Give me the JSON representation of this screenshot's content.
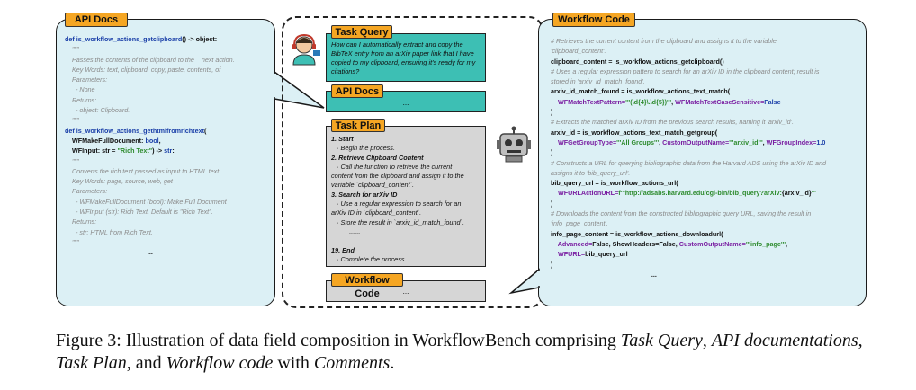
{
  "api_docs_panel": {
    "title": "API Docs",
    "lines": [
      [
        {
          "t": "def ",
          "c": "kw"
        },
        {
          "t": "is_workflow_actions_getclipboard",
          "c": "kw"
        },
        {
          "t": "() -> object:",
          "c": "nm"
        }
      ],
      [
        {
          "t": "    \"\"\"",
          "c": "cm"
        }
      ],
      [
        {
          "t": "    Passes the contents of the clipboard to the    next action.",
          "c": "cm"
        }
      ],
      [
        {
          "t": "    Key Words: text, clipboard, copy, paste, contents, of",
          "c": "cm"
        }
      ],
      [
        {
          "t": "    Parameters:",
          "c": "cm"
        }
      ],
      [
        {
          "t": "      - None",
          "c": "cm"
        }
      ],
      [
        {
          "t": "    Returns:",
          "c": "cm"
        }
      ],
      [
        {
          "t": "      - object: Clipboard.",
          "c": "cm"
        }
      ],
      [
        {
          "t": "    \"\"\"",
          "c": "cm"
        }
      ],
      [
        {
          "t": "def ",
          "c": "kw"
        },
        {
          "t": "is_workflow_actions_gethtmlfromrichtext",
          "c": "kw"
        },
        {
          "t": "(",
          "c": "nm"
        }
      ],
      [
        {
          "t": "    WFMakeFullDocument: ",
          "c": "nm"
        },
        {
          "t": "bool",
          "c": "kw"
        },
        {
          "t": ",",
          "c": "nm"
        }
      ],
      [
        {
          "t": "    WFInput: str = ",
          "c": "nm"
        },
        {
          "t": "\"Rich Text\"",
          "c": "str"
        },
        {
          "t": ") -> ",
          "c": "nm"
        },
        {
          "t": "str",
          "c": "kw"
        },
        {
          "t": ":",
          "c": "nm"
        }
      ],
      [
        {
          "t": "    \"\"\"",
          "c": "cm"
        }
      ],
      [
        {
          "t": "    Converts the rich text passed as input to HTML text.",
          "c": "cm"
        }
      ],
      [
        {
          "t": "    Key Words: page, source, web, get",
          "c": "cm"
        }
      ],
      [
        {
          "t": "    Parameters:",
          "c": "cm"
        }
      ],
      [
        {
          "t": "      - WFMakeFullDocument (bool): Make Full Document",
          "c": "cm"
        }
      ],
      [
        {
          "t": "      - WFInput (str): Rich Text, Default is \"Rich Text\".",
          "c": "cm"
        }
      ],
      [
        {
          "t": "    Returns:",
          "c": "cm"
        }
      ],
      [
        {
          "t": "      - str: HTML from Rich Text.",
          "c": "cm"
        }
      ],
      [
        {
          "t": "    \"\"\"",
          "c": "cm"
        }
      ],
      [
        {
          "t": "                                              ...",
          "c": "nm"
        }
      ]
    ]
  },
  "task_query": {
    "title": "Task Query",
    "text": "How can I automatically extract and copy the BibTeX entry from an arXiv paper link that I have copied to my clipboard, ensuring it's ready for my citations?"
  },
  "api_docs_small": {
    "title": "API Docs",
    "text": "..."
  },
  "task_plan": {
    "title": "Task Plan",
    "lines": [
      [
        {
          "t": "1. Start",
          "c": "b"
        }
      ],
      [
        {
          "t": "   · Begin the process.",
          "c": "i"
        }
      ],
      [
        {
          "t": "2. Retrieve Clipboard Content",
          "c": "b"
        }
      ],
      [
        {
          "t": "   · Call the function to retrieve the current",
          "c": "i"
        }
      ],
      [
        {
          "t": "content from the clipboard and assign it to the",
          "c": "i"
        }
      ],
      [
        {
          "t": "variable `clipboard_content`.",
          "c": "i"
        }
      ],
      [
        {
          "t": "3. Search for arXiv ID",
          "c": "b"
        }
      ],
      [
        {
          "t": "   · Use a regular expression to search for an",
          "c": "i"
        }
      ],
      [
        {
          "t": "arXiv ID in `clipboard_content`.",
          "c": "i"
        }
      ],
      [
        {
          "t": "   · Store the result in `arxiv_id_match_found`.",
          "c": "i"
        }
      ],
      [
        {
          "t": "          ......",
          "c": "i"
        }
      ],
      [
        {
          "t": "",
          "c": "i"
        }
      ],
      [
        {
          "t": "19. End",
          "c": "b"
        }
      ],
      [
        {
          "t": "   · Complete the process.",
          "c": "i"
        }
      ]
    ]
  },
  "workflow_small": {
    "title": "Workflow Code",
    "text": "..."
  },
  "workflow_code_panel": {
    "title": "Workflow Code",
    "lines": [
      [
        {
          "t": "# Retrieves the current content from the clipboard and assigns it to the variable",
          "c": "cm"
        }
      ],
      [
        {
          "t": "'clipboard_content'.",
          "c": "cm"
        }
      ],
      [
        {
          "t": "clipboard_content = is_workflow_actions_getclipboard()",
          "c": "nm"
        }
      ],
      [
        {
          "t": "# Uses a regular expression pattern to search for an arXiv ID in the clipboard content; result is",
          "c": "cm"
        }
      ],
      [
        {
          "t": "stored in 'arxiv_id_match_found'.",
          "c": "cm"
        }
      ],
      [
        {
          "t": "arxiv_id_match_found = is_workflow_actions_text_match(",
          "c": "nm"
        }
      ],
      [
        {
          "t": "    WFMatchTextPattern=",
          "c": "prm"
        },
        {
          "t": "'''(\\d{4}\\.\\d{5})'''",
          "c": "str"
        },
        {
          "t": ", ",
          "c": "nm"
        },
        {
          "t": "WFMatchTextCaseSensitive=",
          "c": "prm"
        },
        {
          "t": "False",
          "c": "num"
        }
      ],
      [
        {
          "t": ")",
          "c": "nm"
        }
      ],
      [
        {
          "t": "# Extracts the matched arXiv ID from the previous search results, naming it 'arxiv_id'.",
          "c": "cm"
        }
      ],
      [
        {
          "t": "arxiv_id = is_workflow_actions_text_match_getgroup(",
          "c": "nm"
        }
      ],
      [
        {
          "t": "    WFGetGroupType=",
          "c": "prm"
        },
        {
          "t": "'''All Groups'''",
          "c": "str"
        },
        {
          "t": ", ",
          "c": "nm"
        },
        {
          "t": "CustomOutputName=",
          "c": "prm"
        },
        {
          "t": "'''arxiv_id'''",
          "c": "str"
        },
        {
          "t": ", ",
          "c": "nm"
        },
        {
          "t": "WFGroupIndex=",
          "c": "prm"
        },
        {
          "t": "1.0",
          "c": "num"
        }
      ],
      [
        {
          "t": ")",
          "c": "nm"
        }
      ],
      [
        {
          "t": "# Constructs a URL for querying bibliographic data from the Harvard ADS using the arXiv ID and",
          "c": "cm"
        }
      ],
      [
        {
          "t": "assigns it to 'bib_query_url'.",
          "c": "cm"
        }
      ],
      [
        {
          "t": "bib_query_url = is_workflow_actions_url(",
          "c": "nm"
        }
      ],
      [
        {
          "t": "    WFURLActionURL=",
          "c": "prm"
        },
        {
          "t": "f'''http://adsabs.harvard.edu/cgi-bin/bib_query?arXiv:",
          "c": "str"
        },
        {
          "t": "{arxiv_id}",
          "c": "nm"
        },
        {
          "t": "'''",
          "c": "str"
        }
      ],
      [
        {
          "t": ")",
          "c": "nm"
        }
      ],
      [
        {
          "t": "# Downloads the content from the constructed bibliographic query URL, saving the result in",
          "c": "cm"
        }
      ],
      [
        {
          "t": "'info_page_content'.",
          "c": "cm"
        }
      ],
      [
        {
          "t": "info_page_content = is_workflow_actions_downloadurl(",
          "c": "nm"
        }
      ],
      [
        {
          "t": "    Advanced=",
          "c": "prm"
        },
        {
          "t": "False, ShowHeaders=False, ",
          "c": "nm"
        },
        {
          "t": "CustomOutputName=",
          "c": "prm"
        },
        {
          "t": "'''info_page'''",
          "c": "str"
        },
        {
          "t": ",",
          "c": "nm"
        }
      ],
      [
        {
          "t": "    WFURL=",
          "c": "prm"
        },
        {
          "t": "bib_query_url",
          "c": "nm"
        }
      ],
      [
        {
          "t": ")",
          "c": "nm"
        }
      ],
      [
        {
          "t": "                                                        ...",
          "c": "nm"
        }
      ]
    ]
  },
  "caption": {
    "segments": [
      {
        "t": "Figure 3:  Illustration of data field composition in WorkflowBench comprising ",
        "i": false
      },
      {
        "t": "Task Query",
        "i": true
      },
      {
        "t": ", ",
        "i": false
      },
      {
        "t": "API",
        "i": true
      },
      {
        "t": " ",
        "i": false
      },
      {
        "t": "documentations",
        "i": true
      },
      {
        "t": ", ",
        "i": false
      },
      {
        "t": "Task Plan",
        "i": true
      },
      {
        "t": ", and ",
        "i": false
      },
      {
        "t": "Workflow code",
        "i": true
      },
      {
        "t": " with ",
        "i": false
      },
      {
        "t": "Comments",
        "i": true
      },
      {
        "t": ".",
        "i": false
      }
    ]
  },
  "colors": {
    "panel_bg": "#dcf0f5",
    "tag": "#f5a623",
    "query_bg": "#3dbfb4",
    "plan_bg": "#d6d6d6",
    "comment": "#8a8a8a",
    "keyword": "#1a3fa8",
    "param": "#7a1fa2",
    "string": "#2e8b2e"
  },
  "icons": {
    "user": "user-headset-icon",
    "robot": "robot-icon"
  }
}
